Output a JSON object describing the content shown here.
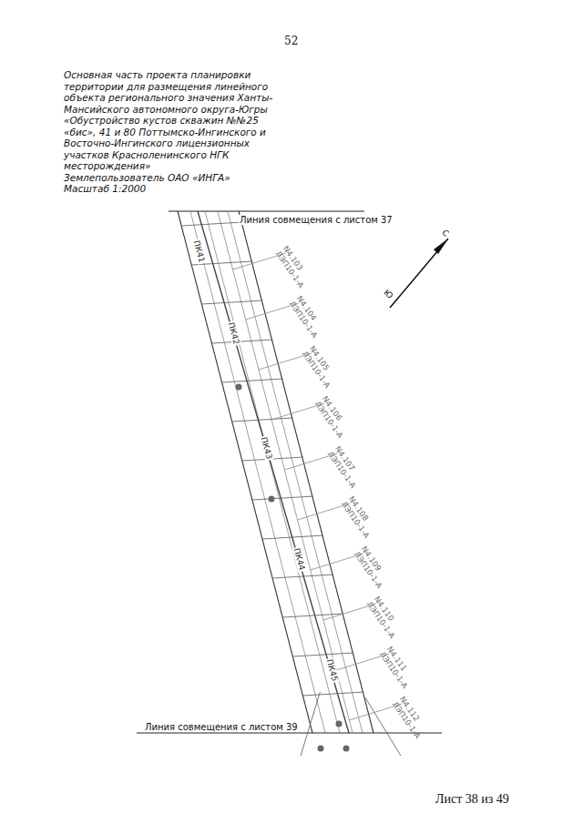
{
  "diagram": {
    "title": "Основная часть проекта планировки территории для размещения линейного объекта регионального значения Ханты-Мансийского автономного округа-Югры «Обустройство кустов скважин №№25 «бис», 41 и 80 Поттымско-Ингинского и Восточно-Ингинского лицензионных участков Красноленинского НГК месторождения»",
    "labels": [
      "52",
      "Землепользователь ОАО «ИНГА»",
      "Масштаб 1:2000",
      "Линия совмещения с листом 37",
      "Линия совмещения с листом 39",
      "Лист 38 из 49",
      "С",
      "Ю",
      "ПК41",
      "ПК42",
      "ПК43",
      "ПК44",
      "ПК45",
      "N4.103",
      "ЛЭП10-1-А",
      "N4.104",
      "ЛЭП10-1-А",
      "N4.105",
      "ЛЭП10-1-А",
      "N4.106",
      "ЛЭП10-1-А",
      "N4.107",
      "ЛЭП10-1-А",
      "N4.108",
      "ЛЭП10-1-А",
      "N4.109",
      "ЛЭП10-1-А",
      "N4.110",
      "ЛЭП10-1-А",
      "N4.111",
      "ЛЭП10-1-А",
      "N4.112",
      "ЛЭП10-1-А"
    ]
  }
}
